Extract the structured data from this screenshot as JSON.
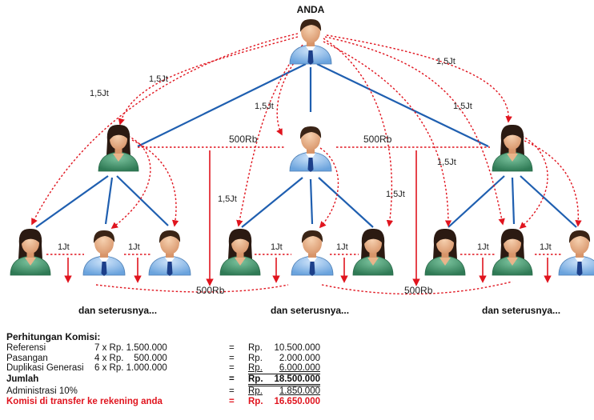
{
  "diagram": {
    "top_label": "ANDA",
    "labels": {
      "commission_1_5jt": "1,5Jt",
      "commission_500rb": "500Rb",
      "commission_1jt": "1Jt"
    },
    "more_text": "dan seterusnya..."
  },
  "calculation": {
    "heading": "Perhitungan Komisi:",
    "rows": [
      {
        "label": "Referensi",
        "formula": "7 x Rp. 1.500.000",
        "eq": "=",
        "rp": "Rp.",
        "amount": "10.500.000"
      },
      {
        "label": "Pasangan",
        "formula": "4 x Rp.    500.000",
        "eq": "=",
        "rp": "Rp.",
        "amount": "2.000.000"
      },
      {
        "label": "Duplikasi Generasi",
        "formula": "6 x Rp. 1.000.000",
        "eq": "=",
        "rp": "Rp.",
        "amount": "6.000.000"
      },
      {
        "label": "Jumlah",
        "formula": "",
        "eq": "=",
        "rp": "Rp.",
        "amount": "18.500.000"
      },
      {
        "label": "Administrasi 10%",
        "formula": "",
        "eq": "=",
        "rp": "Rp.",
        "amount": "1.850.000"
      },
      {
        "label": "Komisi di transfer ke rekening anda",
        "formula": "",
        "eq": "=",
        "rp": "Rp.",
        "amount": "16.650.000"
      }
    ]
  },
  "colors": {
    "solid_line": "#1f5fb0",
    "dotted_line": "#e0141e",
    "shirt_blue": "#7fb4e8",
    "shirt_green": "#3f8f6a",
    "skin": "#e9b48a",
    "hair": "#2b1a12",
    "tie": "#1c3f8a",
    "total_red": "#e0141e"
  }
}
